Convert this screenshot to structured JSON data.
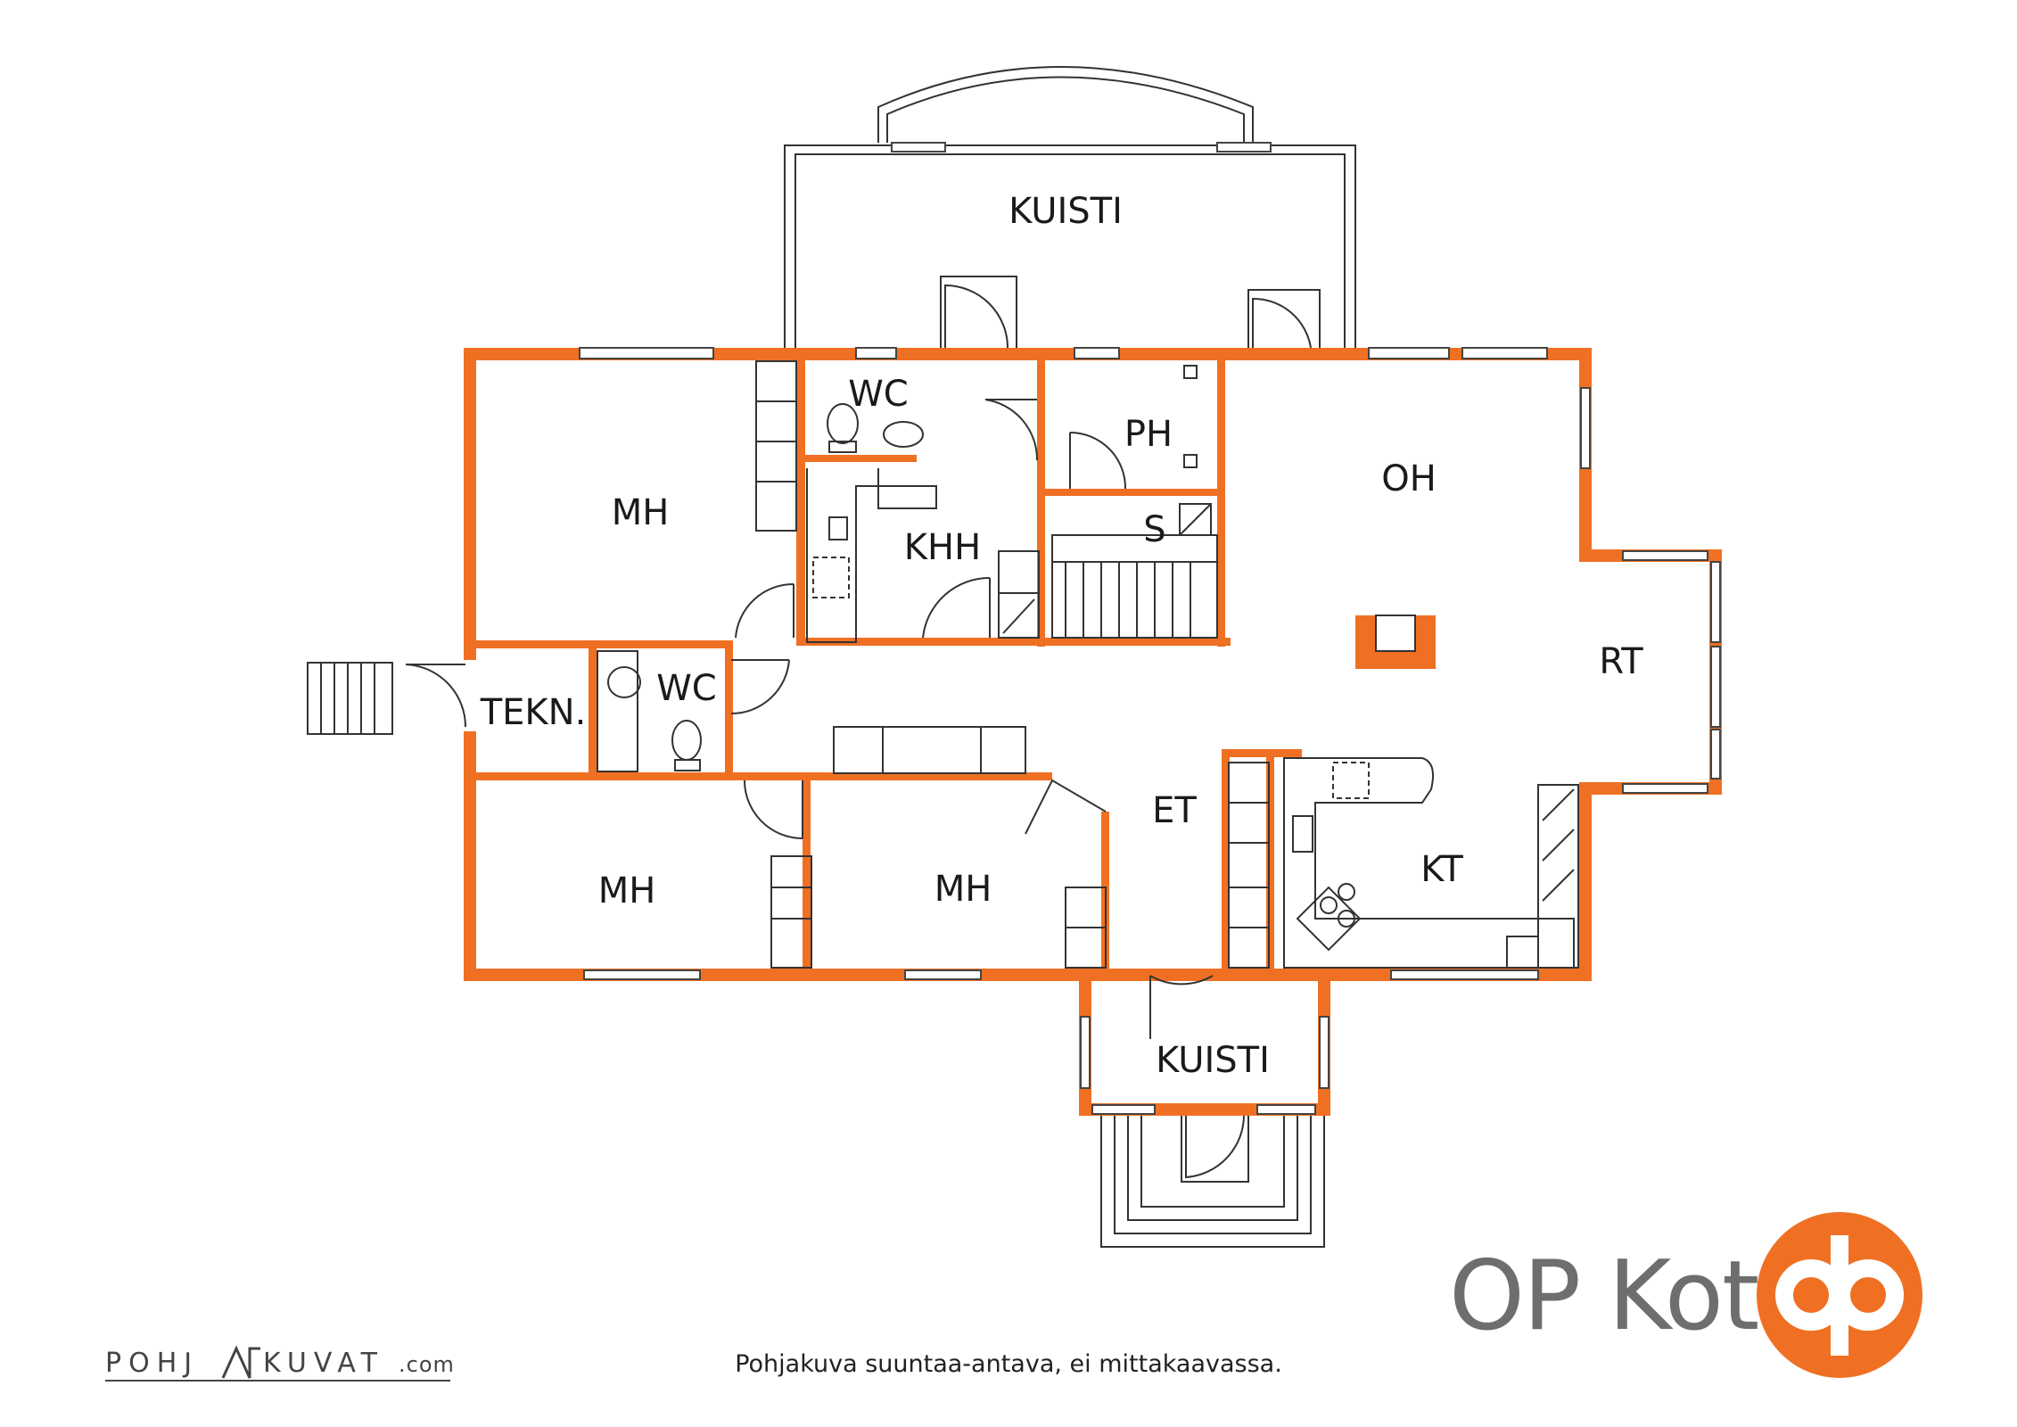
{
  "rooms": {
    "kuisti_top": "KUISTI",
    "wc_top": "WC",
    "ph": "PH",
    "oh": "OH",
    "mh_top": "MH",
    "khh": "KHH",
    "s": "S",
    "rt": "RT",
    "tekn": "TEKN.",
    "wc_mid": "WC",
    "et": "ET",
    "kt": "KT",
    "mh_left": "MH",
    "mh_mid": "MH",
    "kuisti_bottom": "KUISTI"
  },
  "footer": {
    "note": "Pohjakuva suuntaa-antava, ei mittakaavassa.",
    "credit_main_left": "POHJ",
    "credit_main_right": "KUVAT",
    "credit_domain": ".com"
  },
  "brand": {
    "name": "OP Koti",
    "logo_color": "#f07023",
    "text_color": "#6e6e6e"
  },
  "colors": {
    "wall": "#f07023",
    "line": "#333333"
  }
}
